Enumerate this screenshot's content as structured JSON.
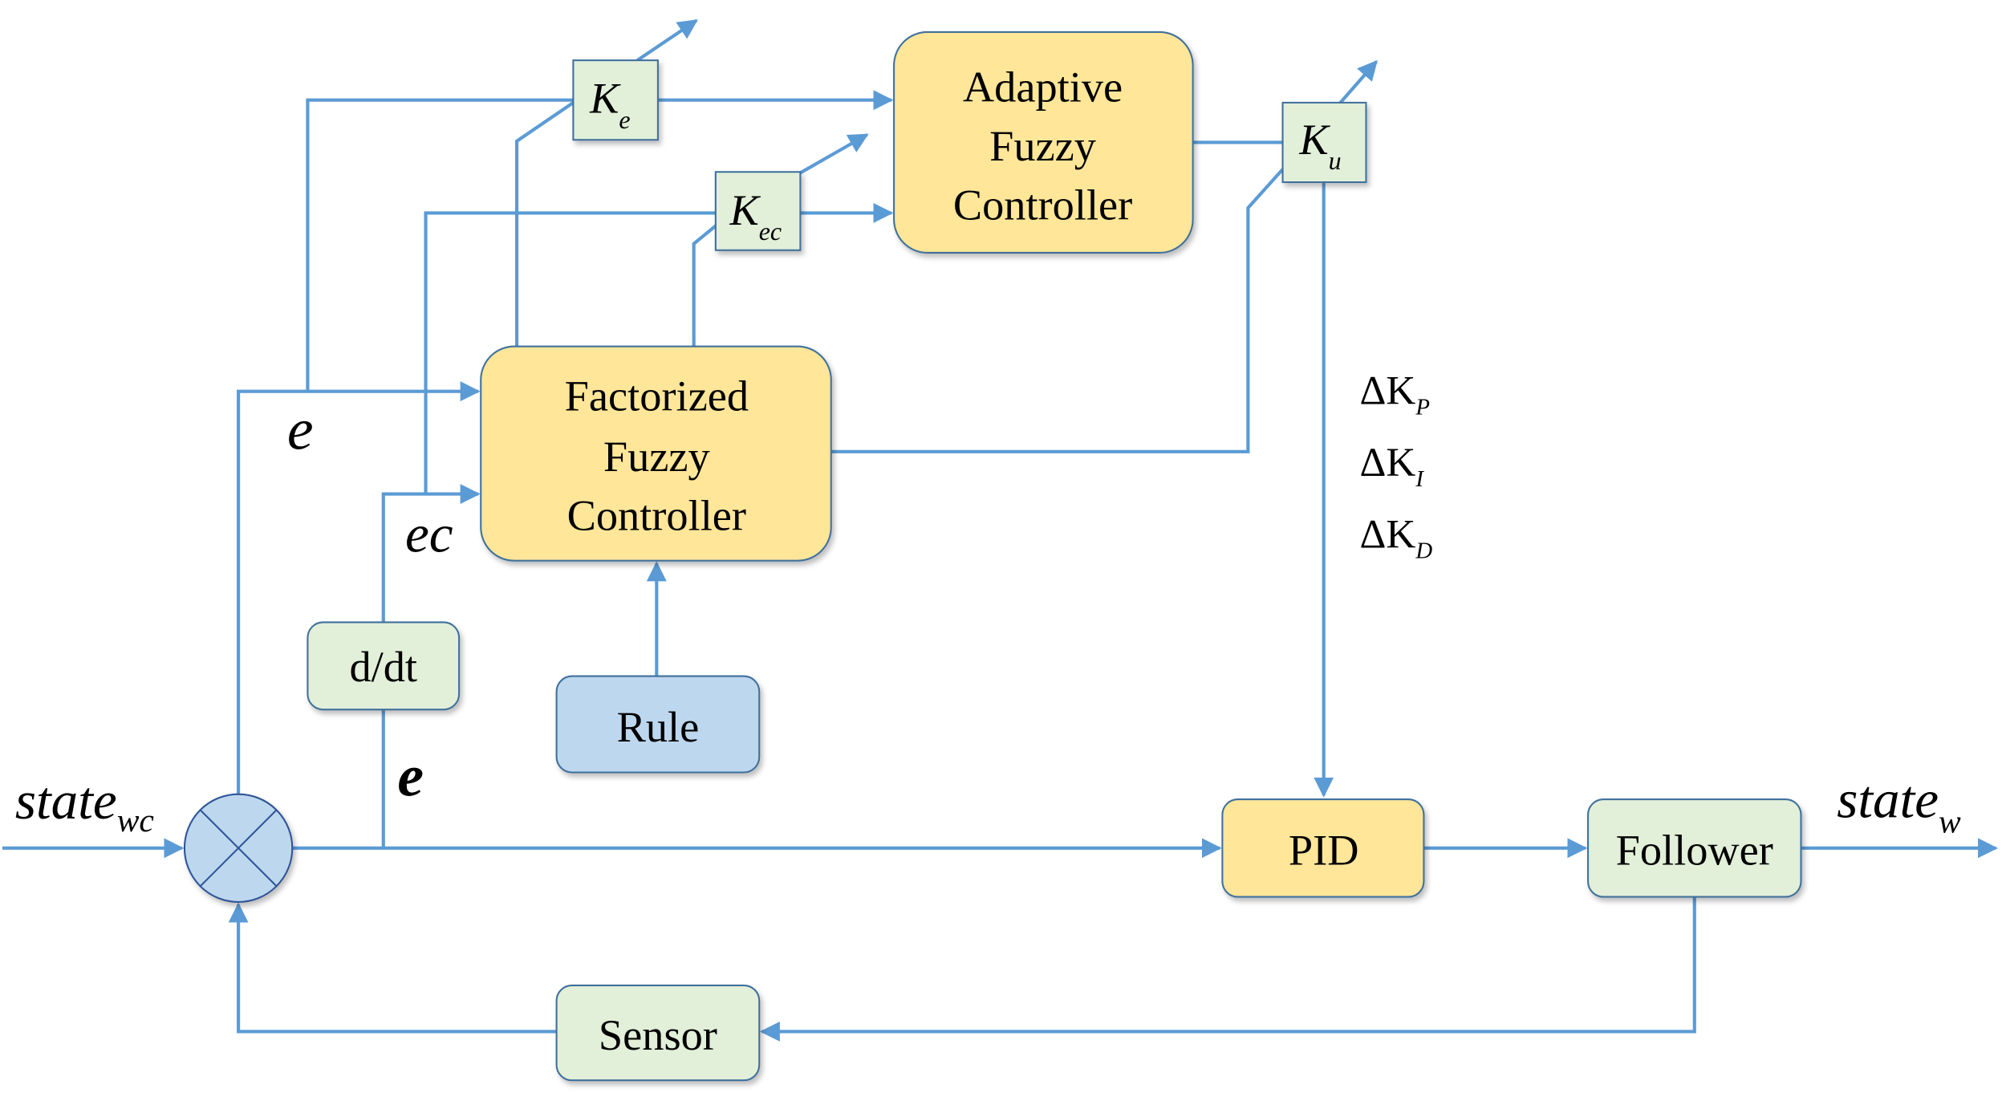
{
  "title": "Fuzzy adaptive PID control block diagram",
  "colors": {
    "wire": "#5b9bd5",
    "controller_fill": "#ffe699",
    "block_green_fill": "#e2efd9",
    "rule_fill": "#bdd7ee",
    "junction_fill": "#bdd7ee",
    "border": "#41719c"
  },
  "blocks": {
    "adaptive": {
      "lines": [
        "Adaptive",
        "Fuzzy",
        "Controller"
      ]
    },
    "factorized": {
      "lines": [
        "Factorized",
        "Fuzzy",
        "Controller"
      ]
    },
    "rule": {
      "label": "Rule"
    },
    "derivative": {
      "label": "d/dt"
    },
    "pid": {
      "label": "PID"
    },
    "follower": {
      "label": "Follower"
    },
    "sensor": {
      "label": "Sensor"
    }
  },
  "gains": {
    "ke": {
      "main": "K",
      "sub": "e"
    },
    "kec": {
      "main": "K",
      "sub": "ec"
    },
    "ku": {
      "main": "K",
      "sub": "u"
    }
  },
  "signals": {
    "input": {
      "main": "state",
      "sub": "wc"
    },
    "output": {
      "main": "state",
      "sub": "w"
    },
    "error_top": "e",
    "error_change": "ec",
    "error_main": "e",
    "delta_gains": [
      {
        "main": "ΔK",
        "sub": "P"
      },
      {
        "main": "ΔK",
        "sub": "I"
      },
      {
        "main": "ΔK",
        "sub": "D"
      }
    ]
  },
  "junction": {
    "symbol": "summing-junction"
  }
}
